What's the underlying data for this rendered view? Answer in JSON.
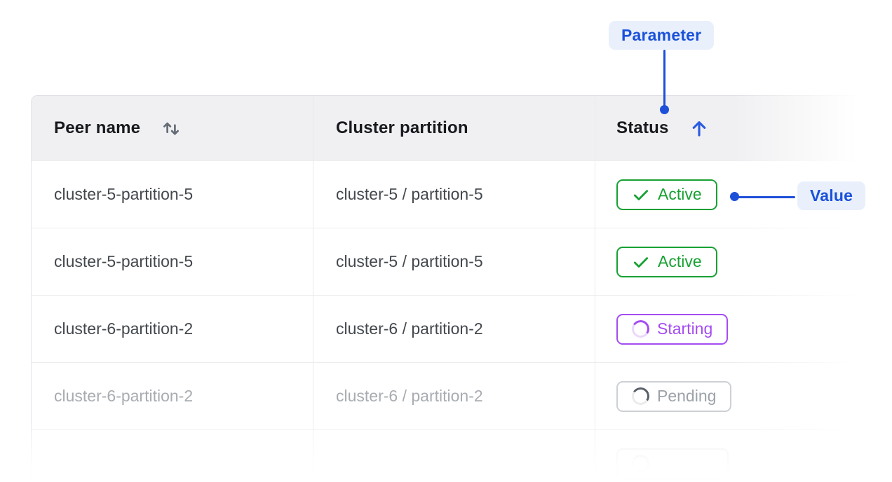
{
  "annotations": {
    "parameter_label": "Parameter",
    "value_label": "Value",
    "accent_color": "#1d4fd8",
    "callout_bg": "#e9f0fc"
  },
  "table": {
    "columns": [
      {
        "label": "Peer name",
        "sortable": true,
        "sort_state": "none",
        "sort_icon": "up-down-arrows"
      },
      {
        "label": "Cluster partition",
        "sortable": false
      },
      {
        "label": "Status",
        "sortable": true,
        "sort_state": "ascending",
        "sort_icon": "up-arrow"
      }
    ],
    "rows": [
      {
        "peer_name": "cluster-5-partition-5",
        "cluster_partition": "cluster-5 / partition-5",
        "status": {
          "label": "Active",
          "state": "active",
          "icon": "check"
        }
      },
      {
        "peer_name": "cluster-5-partition-5",
        "cluster_partition": "cluster-5 / partition-5",
        "status": {
          "label": "Active",
          "state": "active",
          "icon": "check"
        }
      },
      {
        "peer_name": "cluster-6-partition-2",
        "cluster_partition": "cluster-6 / partition-2",
        "status": {
          "label": "Starting",
          "state": "starting",
          "icon": "spinner"
        }
      },
      {
        "peer_name": "cluster-6-partition-2",
        "cluster_partition": "cluster-6 / partition-2",
        "status": {
          "label": "Pending",
          "state": "pending",
          "icon": "spinner"
        },
        "dimmed": true
      },
      {
        "peer_name": "",
        "cluster_partition": "",
        "status": {
          "label": "",
          "state": "ghost",
          "icon": "spinner"
        },
        "partial": true
      }
    ],
    "status_colors": {
      "active": "#18a133",
      "starting": "#a54cf2",
      "pending": "#9ca2a9"
    }
  }
}
